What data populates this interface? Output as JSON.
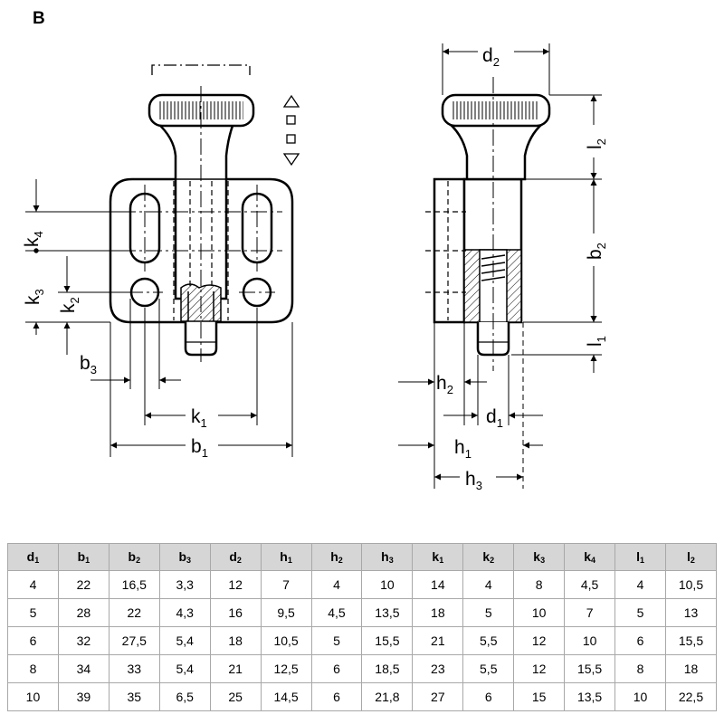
{
  "view_label": "B",
  "dimension_labels": {
    "b1": {
      "base": "b",
      "sub": "1"
    },
    "b2": {
      "base": "b",
      "sub": "2"
    },
    "b3": {
      "base": "b",
      "sub": "3"
    },
    "d1": {
      "base": "d",
      "sub": "1"
    },
    "d2": {
      "base": "d",
      "sub": "2"
    },
    "h1": {
      "base": "h",
      "sub": "1"
    },
    "h2": {
      "base": "h",
      "sub": "2"
    },
    "h3": {
      "base": "h",
      "sub": "3"
    },
    "k1": {
      "base": "k",
      "sub": "1"
    },
    "k2": {
      "base": "k",
      "sub": "2"
    },
    "k3": {
      "base": "k",
      "sub": "3"
    },
    "k4": {
      "base": "k",
      "sub": "4"
    },
    "l1": {
      "base": "l",
      "sub": "1"
    },
    "l2": {
      "base": "l",
      "sub": "2"
    }
  },
  "icons": [
    "arrow-up-icon",
    "arrow-down-icon"
  ],
  "table": {
    "columns": [
      {
        "base": "d",
        "sub": "1"
      },
      {
        "base": "b",
        "sub": "1"
      },
      {
        "base": "b",
        "sub": "2"
      },
      {
        "base": "b",
        "sub": "3"
      },
      {
        "base": "d",
        "sub": "2"
      },
      {
        "base": "h",
        "sub": "1"
      },
      {
        "base": "h",
        "sub": "2"
      },
      {
        "base": "h",
        "sub": "3"
      },
      {
        "base": "k",
        "sub": "1"
      },
      {
        "base": "k",
        "sub": "2"
      },
      {
        "base": "k",
        "sub": "3"
      },
      {
        "base": "k",
        "sub": "4"
      },
      {
        "base": "l",
        "sub": "1"
      },
      {
        "base": "l",
        "sub": "2"
      }
    ],
    "rows": [
      [
        "4",
        "22",
        "16,5",
        "3,3",
        "12",
        "7",
        "4",
        "10",
        "14",
        "4",
        "8",
        "4,5",
        "4",
        "10,5"
      ],
      [
        "5",
        "28",
        "22",
        "4,3",
        "16",
        "9,5",
        "4,5",
        "13,5",
        "18",
        "5",
        "10",
        "7",
        "5",
        "13"
      ],
      [
        "6",
        "32",
        "27,5",
        "5,4",
        "18",
        "10,5",
        "5",
        "15,5",
        "21",
        "5,5",
        "12",
        "10",
        "6",
        "15,5"
      ],
      [
        "8",
        "34",
        "33",
        "5,4",
        "21",
        "12,5",
        "6",
        "18,5",
        "23",
        "5,5",
        "12",
        "15,5",
        "8",
        "18"
      ],
      [
        "10",
        "39",
        "35",
        "6,5",
        "25",
        "14,5",
        "6",
        "21,8",
        "27",
        "6",
        "15",
        "13,5",
        "10",
        "22,5"
      ]
    ]
  },
  "colors": {
    "line": "#000000",
    "header_bg": "#d6d6d6",
    "grid": "#a8a8a8",
    "part_fill": "#ffffff"
  }
}
